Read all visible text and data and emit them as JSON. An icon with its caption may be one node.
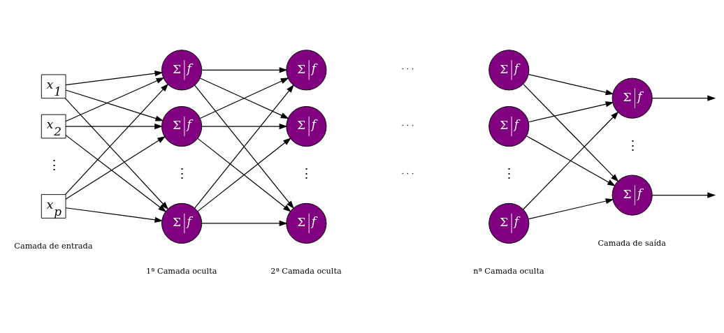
{
  "diagram": {
    "nodes": [
      {
        "text": [
          "x$_{1}$"
        ]
      },
      {
        "text": [
          "x$_{2}$"
        ]
      },
      {
        "text": [
          "x$_{p}$"
        ]
      },
      {
        "text": [
          "Σ",
          "f"
        ]
      },
      {
        "text": [
          "Σ",
          "f"
        ]
      },
      {
        "text": [
          "Σ",
          "f"
        ]
      },
      {
        "text": [
          "Σ",
          "f"
        ]
      },
      {
        "text": [
          "Σ",
          "f"
        ]
      },
      {
        "text": [
          "Σ",
          "f"
        ]
      },
      {
        "text": [
          "Σ",
          "f"
        ]
      },
      {
        "text": [
          "Σ",
          "f"
        ]
      },
      {
        "text": [
          "Σ",
          "f"
        ]
      },
      {
        "text": [
          "Σ",
          "f"
        ]
      },
      {
        "text": [
          "Σ",
          "f"
        ]
      }
    ],
    "edges": [
      {
        "from": 0,
        "to": 3,
        "arrow": "to"
      },
      {
        "from": 0,
        "to": 4,
        "arrow": "to"
      },
      {
        "from": 0,
        "to": 5,
        "arrow": "to"
      },
      {
        "from": 1,
        "to": 3,
        "arrow": "to"
      },
      {
        "from": 1,
        "to": 4,
        "arrow": "to"
      },
      {
        "from": 1,
        "to": 5,
        "arrow": "to"
      },
      {
        "from": 2,
        "to": 3,
        "arrow": "to"
      },
      {
        "from": 2,
        "to": 4,
        "arrow": "to"
      },
      {
        "from": 2,
        "to": 5,
        "arrow": "to"
      },
      {
        "from": 3,
        "to": 6,
        "arrow": "to"
      },
      {
        "from": 3,
        "to": 7,
        "arrow": "to"
      },
      {
        "from": 3,
        "to": 8,
        "arrow": "to"
      },
      {
        "from": 4,
        "to": 6,
        "arrow": "to"
      },
      {
        "from": 4,
        "to": 7,
        "arrow": "to"
      },
      {
        "from": 4,
        "to": 8,
        "arrow": "to"
      },
      {
        "from": 5,
        "to": 6,
        "arrow": "to"
      },
      {
        "from": 5,
        "to": 7,
        "arrow": "to"
      },
      {
        "from": 5,
        "to": 8,
        "arrow": "to"
      },
      {
        "from": 9,
        "to": 12,
        "arrow": "to"
      },
      {
        "from": 9,
        "to": 13,
        "arrow": "to"
      },
      {
        "from": 10,
        "to": 12,
        "arrow": "to"
      },
      {
        "from": 10,
        "to": 13,
        "arrow": "to"
      },
      {
        "from": 11,
        "to": 12,
        "arrow": "to"
      },
      {
        "from": 11,
        "to": 13,
        "arrow": "to"
      },
      {
        "from": 12,
        "to": null,
        "arrow": "to"
      },
      {
        "from": 13,
        "to": null,
        "arrow": "to"
      }
    ],
    "labels": [
      "· · ·",
      "· · ·",
      "⋮",
      "⋮",
      "⋮",
      "⋮",
      "⋮",
      "· · ·",
      "Camada de saída",
      "Camada de entrada",
      "1ª Camada oculta",
      "2ª Camada oculta",
      "nª Camada oculta"
    ]
  }
}
